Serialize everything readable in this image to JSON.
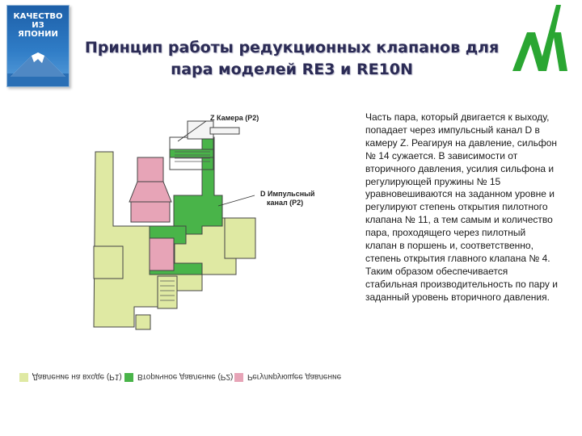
{
  "badge": {
    "lines": [
      "КАЧЕСТВО",
      "ИЗ",
      "ЯПОНИИ"
    ]
  },
  "title": {
    "line1": "Принцип работы редукционных клапанов для",
    "line2": "пара моделей RE3 и RE10N"
  },
  "diagram": {
    "labels": {
      "z_chamber": "Z Камера (P2)",
      "d_channel_line1": "D Импульсный",
      "d_channel_line2": "канал (P2)"
    }
  },
  "legend": [
    {
      "text": "Давление на входе (P1)",
      "color": "#dfe9a3"
    },
    {
      "text": "Вторичное давление (P2)",
      "color": "#49b449"
    },
    {
      "text": "Регулирующее давление",
      "color": "#e7a4b7"
    }
  ],
  "description": "Часть пара, который двигается к выходу, попадает через импульсный канал D в камеру Z. Реагируя на давление, сильфон № 14 сужается. В зависимости от вторичного давления, усилия сильфона и регулирующей пружины № 15 уравновешиваются на заданном уровне и регулируют степень открытия пилотного клапана № 11, а тем самым и количество пара, проходящего через пилотный клапан в поршень и, соответственно, степень открытия главного клапана № 4. Таким образом обеспечивается стабильная производительность по пару и заданный уровень вторичного давления.",
  "colors": {
    "p1": "#dfe9a3",
    "p2": "#49b449",
    "regulating": "#e7a4b7",
    "logo": "#2aa632",
    "title": "#2b2b55"
  }
}
